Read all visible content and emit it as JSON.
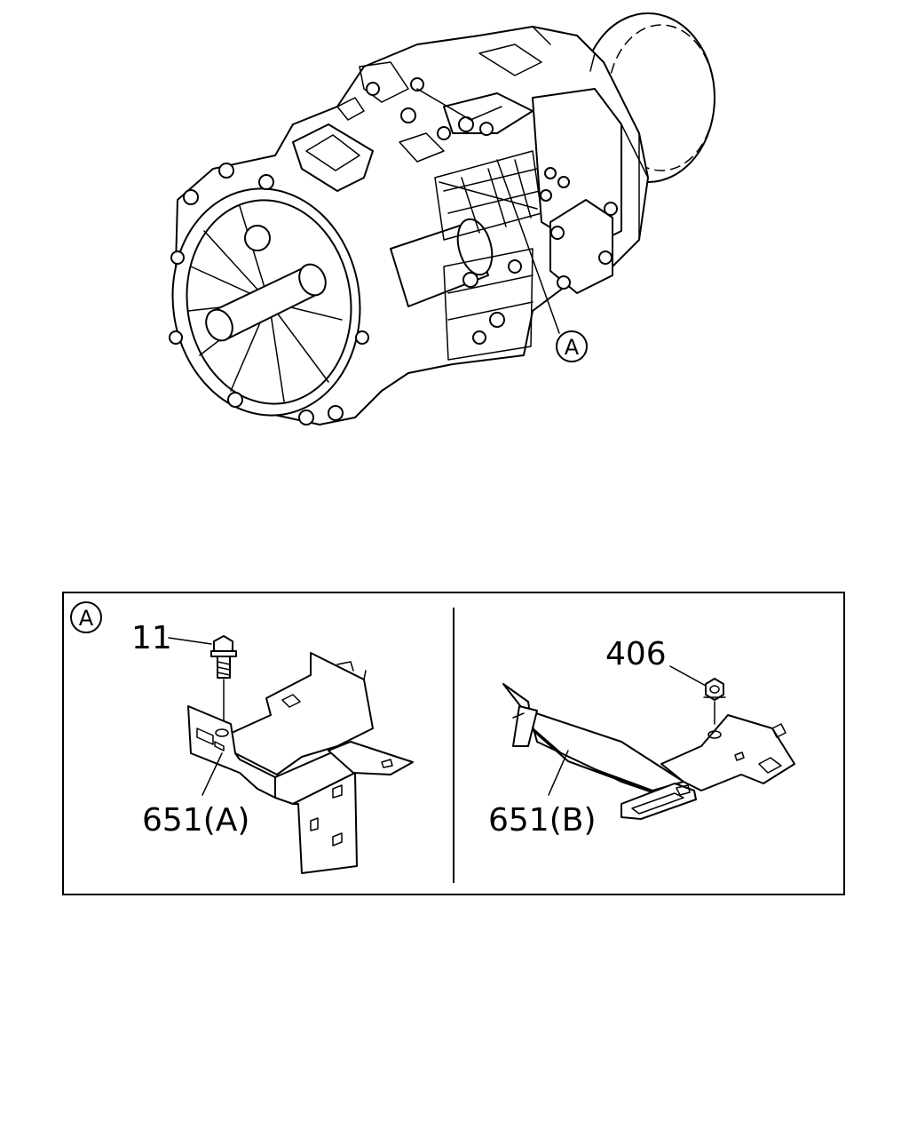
{
  "callouts": {
    "overview_ref": "A",
    "detail_ref": "A"
  },
  "labels": {
    "bolt": "11",
    "bracket_a": "651(A)",
    "nut": "406",
    "bracket_b": "651(B)"
  }
}
